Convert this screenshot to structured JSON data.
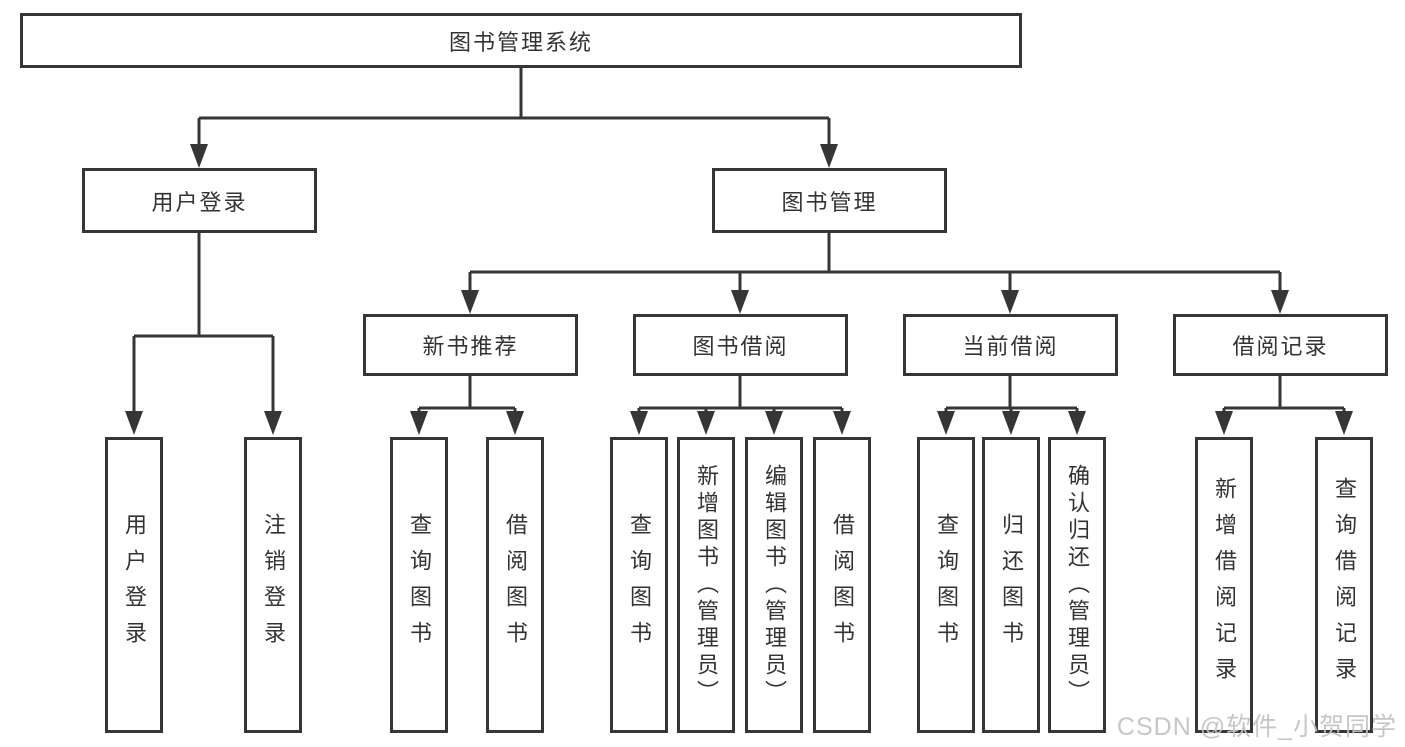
{
  "tree": {
    "root": "图书管理系统",
    "user_login": {
      "label": "用户登录",
      "children": [
        "用户登录",
        "注销登录"
      ]
    },
    "book_mgmt": {
      "label": "图书管理",
      "sections": [
        {
          "label": "新书推荐",
          "children": [
            "查询图书",
            "借阅图书"
          ]
        },
        {
          "label": "图书借阅",
          "children": [
            "查询图书",
            "新增图书（管理员）",
            "编辑图书（管理员）",
            "借阅图书"
          ]
        },
        {
          "label": "当前借阅",
          "children": [
            "查询图书",
            "归还图书",
            "确认归还（管理员）"
          ]
        },
        {
          "label": "借阅记录",
          "children": [
            "新增借阅记录",
            "查询借阅记录"
          ]
        }
      ]
    }
  },
  "watermark": {
    "text": "CSDN @软件_小贺同学"
  },
  "colors": {
    "line": "#363636",
    "text": "#333333",
    "watermark": "#c3c3c3",
    "background": "#ffffff"
  }
}
